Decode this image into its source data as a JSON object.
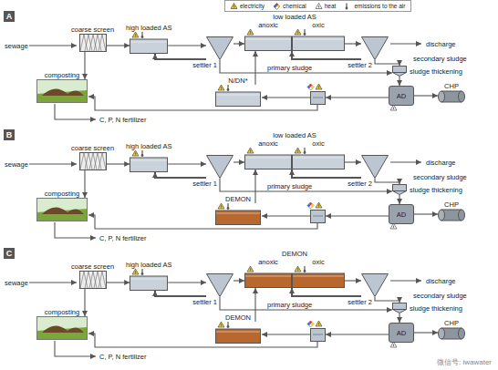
{
  "diagram": {
    "nodes": [
      {
        "text": [
          "A"
        ]
      },
      {
        "text": [
          "coarse screen"
        ]
      },
      {
        "text": [
          "high loaded AS"
        ]
      },
      {
        "text": [
          "settler 1"
        ]
      },
      {
        "text": [
          "low loaded AS"
        ]
      },
      {
        "text": [
          "anoxic"
        ],
        "in": 4
      },
      {
        "text": [
          "oxic"
        ],
        "in": 4
      },
      {
        "text": [
          "settler 2"
        ]
      },
      {
        "text": [
          "composting"
        ]
      },
      {
        "text": [
          "N/DN*"
        ]
      },
      {
        "text": [
          "sludge thickening"
        ]
      },
      {
        "text": [
          "AD"
        ]
      },
      {
        "text": [
          "CHP"
        ]
      },
      {
        "text": [
          "B"
        ]
      },
      {
        "text": [
          "coarse screen"
        ]
      },
      {
        "text": [
          "high loaded AS"
        ]
      },
      {
        "text": [
          "settler 1"
        ]
      },
      {
        "text": [
          "low loaded AS"
        ]
      },
      {
        "text": [
          "anoxic"
        ],
        "in": 17
      },
      {
        "text": [
          "oxic"
        ],
        "in": 17
      },
      {
        "text": [
          "settler 2"
        ]
      },
      {
        "text": [
          "composting"
        ]
      },
      {
        "text": [
          "DEMON"
        ]
      },
      {
        "text": [
          "sludge thickening"
        ]
      },
      {
        "text": [
          "AD"
        ]
      },
      {
        "text": [
          "CHP"
        ]
      },
      {
        "text": [
          "C"
        ]
      },
      {
        "text": [
          "coarse screen"
        ]
      },
      {
        "text": [
          "high loaded AS"
        ]
      },
      {
        "text": [
          "settler 1"
        ]
      },
      {
        "text": [
          "DEMON"
        ]
      },
      {
        "text": [
          "anoxic"
        ],
        "in": 30
      },
      {
        "text": [
          "oxic"
        ],
        "in": 30
      },
      {
        "text": [
          "settler 2"
        ]
      },
      {
        "text": [
          "composting"
        ]
      },
      {
        "text": [
          "DEMON"
        ]
      },
      {
        "text": [
          "sludge thickening"
        ]
      },
      {
        "text": [
          "AD"
        ]
      },
      {
        "text": [
          "CHP"
        ]
      }
    ],
    "edges": [
      {
        "from": 1,
        "to": 2,
        "arrow": "to"
      },
      {
        "from": 2,
        "to": 3,
        "arrow": "to"
      },
      {
        "from": 3,
        "to": 4,
        "arrow": "to"
      },
      {
        "from": 4,
        "to": 7,
        "arrow": "to"
      },
      {
        "from": 7,
        "to": 4,
        "arrow": "to"
      },
      {
        "from": 3,
        "to": 2,
        "arrow": "to"
      },
      {
        "from": 3,
        "to": 10,
        "arrow": "to"
      },
      {
        "from": 7,
        "to": 10,
        "arrow": "to"
      },
      {
        "from": 10,
        "to": 11,
        "arrow": "to"
      },
      {
        "from": 11,
        "to": 12,
        "arrow": "to"
      },
      {
        "from": 9,
        "to": 4,
        "arrow": "to"
      },
      {
        "from": 1,
        "to": 8,
        "arrow": "to"
      },
      {
        "from": 14,
        "to": 15,
        "arrow": "to"
      },
      {
        "from": 15,
        "to": 16,
        "arrow": "to"
      },
      {
        "from": 16,
        "to": 17,
        "arrow": "to"
      },
      {
        "from": 17,
        "to": 20,
        "arrow": "to"
      },
      {
        "from": 20,
        "to": 17,
        "arrow": "to"
      },
      {
        "from": 16,
        "to": 15,
        "arrow": "to"
      },
      {
        "from": 16,
        "to": 23,
        "arrow": "to"
      },
      {
        "from": 20,
        "to": 23,
        "arrow": "to"
      },
      {
        "from": 23,
        "to": 24,
        "arrow": "to"
      },
      {
        "from": 24,
        "to": 25,
        "arrow": "to"
      },
      {
        "from": 22,
        "to": 17,
        "arrow": "to"
      },
      {
        "from": 14,
        "to": 21,
        "arrow": "to"
      },
      {
        "from": 27,
        "to": 28,
        "arrow": "to"
      },
      {
        "from": 28,
        "to": 29,
        "arrow": "to"
      },
      {
        "from": 29,
        "to": 30,
        "arrow": "to"
      },
      {
        "from": 30,
        "to": 33,
        "arrow": "to"
      },
      {
        "from": 33,
        "to": 30,
        "arrow": "to"
      },
      {
        "from": 29,
        "to": 28,
        "arrow": "to"
      },
      {
        "from": 29,
        "to": 36,
        "arrow": "to"
      },
      {
        "from": 33,
        "to": 36,
        "arrow": "to"
      },
      {
        "from": 36,
        "to": 37,
        "arrow": "to"
      },
      {
        "from": 37,
        "to": 38,
        "arrow": "to"
      },
      {
        "from": 35,
        "to": 30,
        "arrow": "to"
      },
      {
        "from": 27,
        "to": 34,
        "arrow": "to"
      }
    ],
    "labels": [
      "sewage",
      "discharge",
      "secondary sludge",
      "primary sludge",
      "C, P, N fertilizer",
      "sewage",
      "discharge",
      "secondary sludge",
      "primary sludge",
      "C, P, N fertilizer",
      "sewage",
      "discharge",
      "secondary sludge",
      "primary sludge",
      "C, P, N fertilizer",
      "微信号: iwawater"
    ],
    "legend": [
      {
        "text": "electricity"
      },
      {
        "text": "chemical"
      },
      {
        "text": "heat"
      },
      {
        "text": "emissions to the air"
      }
    ]
  }
}
